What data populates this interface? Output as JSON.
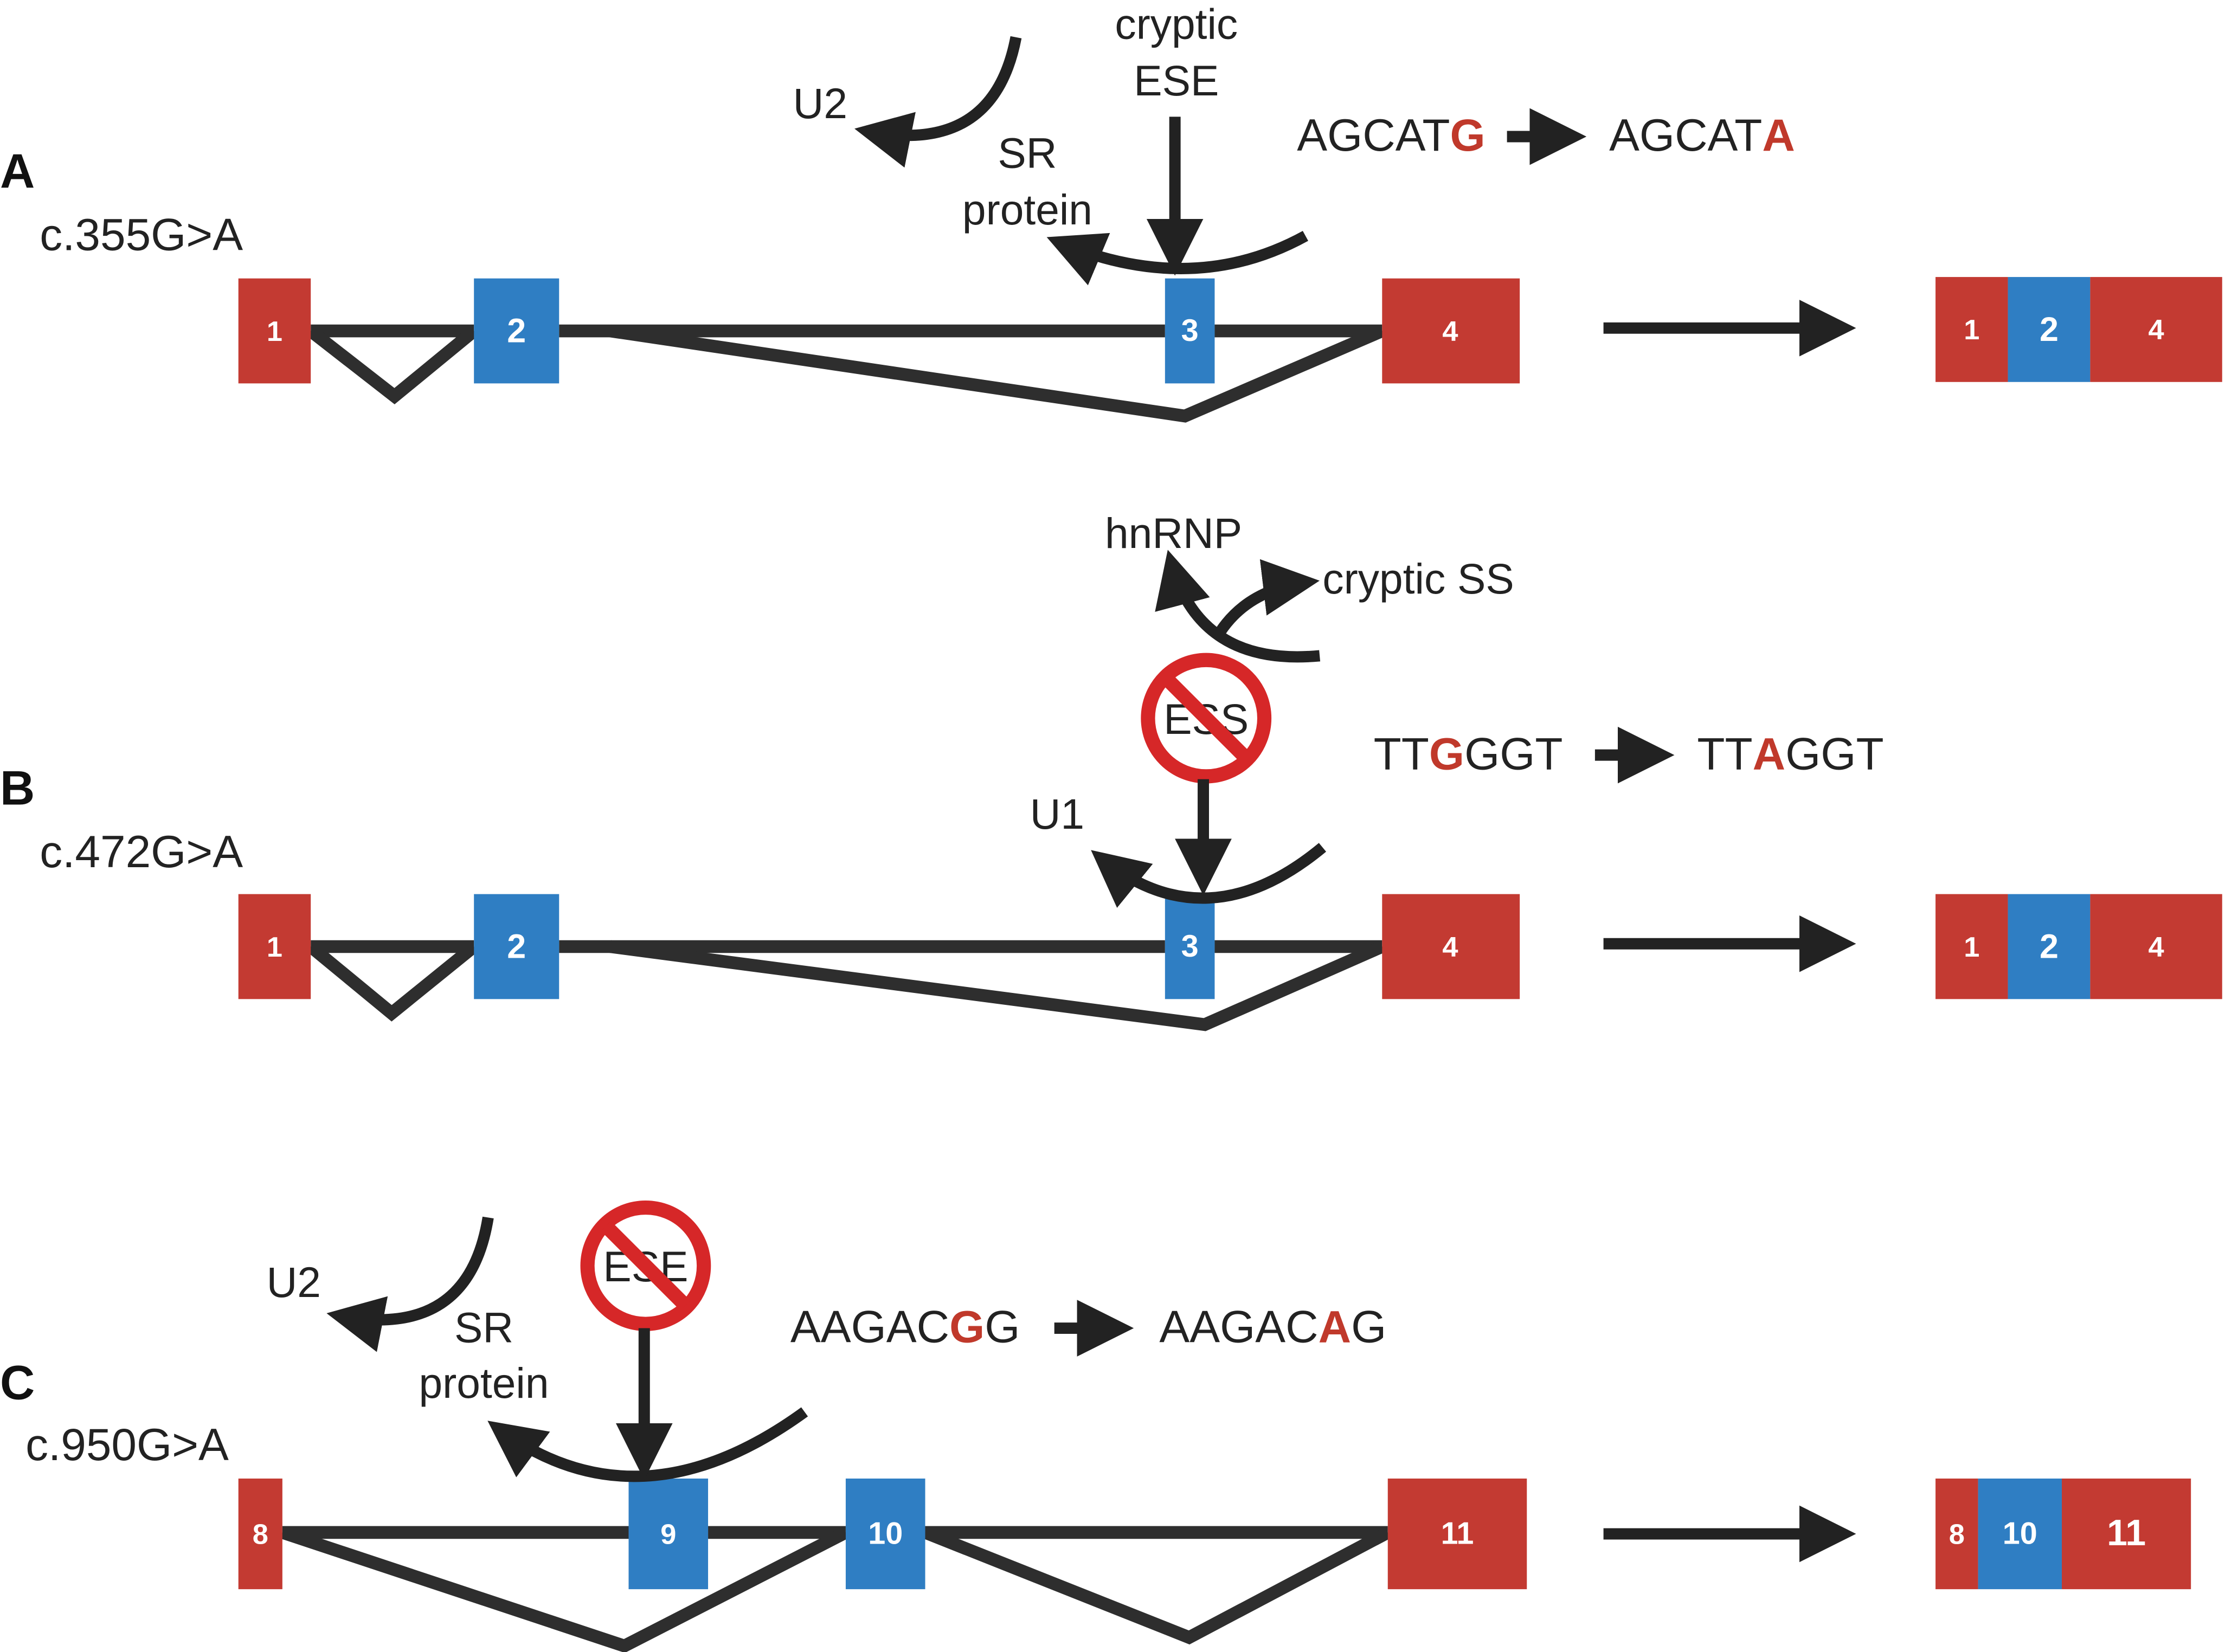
{
  "colors": {
    "red_exon": "#c33a32",
    "blue_exon": "#2f7ec3",
    "mutation_red": "#c0392b",
    "block_red": "#d62728",
    "line": "#2e2e2e"
  },
  "icons": [
    "block-icon"
  ],
  "panels": [
    {
      "label": "A",
      "mutation": "c.355G>A",
      "seq_from": {
        "pre": "AGCAT",
        "mut": "G",
        "post": ""
      },
      "seq_to": {
        "pre": "AGCAT",
        "mut": "A",
        "post": ""
      },
      "element_label": [
        "cryptic",
        "ESE"
      ],
      "factor_label": [
        "SR",
        "protein"
      ],
      "snrnp_label": "U2",
      "exons": [
        {
          "num": "1",
          "color": "red"
        },
        {
          "num": "2",
          "color": "blue"
        },
        {
          "num": "3",
          "color": "blue"
        },
        {
          "num": "4",
          "color": "red"
        }
      ],
      "result": [
        {
          "num": "1",
          "color": "red"
        },
        {
          "num": "2",
          "color": "blue"
        },
        {
          "num": "4",
          "color": "red"
        }
      ]
    },
    {
      "label": "B",
      "mutation": "c.472G>A",
      "seq_from": {
        "pre": "TT",
        "mut": "G",
        "post": "GGT"
      },
      "seq_to": {
        "pre": "TT",
        "mut": "A",
        "post": "GGT"
      },
      "element_label": "ESS",
      "factor_label": "hnRNP",
      "cryptic_label": "cryptic SS",
      "snrnp_label": "U1",
      "exons": [
        {
          "num": "1",
          "color": "red"
        },
        {
          "num": "2",
          "color": "blue"
        },
        {
          "num": "3",
          "color": "blue"
        },
        {
          "num": "4",
          "color": "red"
        }
      ],
      "result": [
        {
          "num": "1",
          "color": "red"
        },
        {
          "num": "2",
          "color": "blue"
        },
        {
          "num": "4",
          "color": "red"
        }
      ]
    },
    {
      "label": "C",
      "mutation": "c.950G>A",
      "seq_from": {
        "pre": "AAGAC",
        "mut": "G",
        "post": "G"
      },
      "seq_to": {
        "pre": "AAGAC",
        "mut": "A",
        "post": "G"
      },
      "element_label": "ESE",
      "factor_label": [
        "SR",
        "protein"
      ],
      "snrnp_label": "U2",
      "exons": [
        {
          "num": "8",
          "color": "red"
        },
        {
          "num": "9",
          "color": "blue"
        },
        {
          "num": "10",
          "color": "blue"
        },
        {
          "num": "11",
          "color": "red"
        }
      ],
      "result": [
        {
          "num": "8",
          "color": "red"
        },
        {
          "num": "10",
          "color": "blue"
        },
        {
          "num": "11",
          "color": "red"
        }
      ]
    }
  ]
}
